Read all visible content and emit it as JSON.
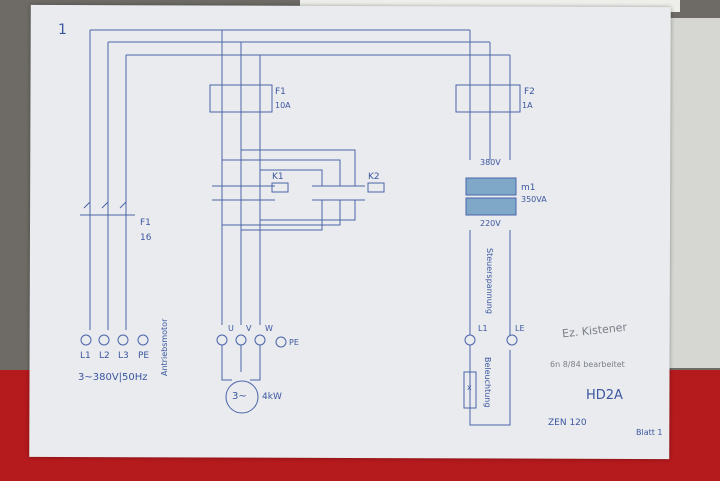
{
  "sheet": {
    "page_number": "1",
    "sheet_note": "Blatt 1"
  },
  "mains": {
    "fuse_label": "F1",
    "fuse_sub": "16",
    "terminals": [
      "L1",
      "L2",
      "L3",
      "PE"
    ],
    "supply": "3~380V|50Hz"
  },
  "motor_circuit": {
    "fuse_label": "F1",
    "fuse_rating": "10A",
    "contactor_1": "K1",
    "contactor_2": "K2",
    "terminals": [
      "U",
      "V",
      "W",
      "PE"
    ],
    "motor_symbol": "3~",
    "motor_power": "4kW",
    "motor_caption": "Antriebsmotor"
  },
  "control_circuit": {
    "fuse_label": "F2",
    "fuse_rating": "1A",
    "primary_voltage": "380V",
    "transformer_label": "m1",
    "transformer_power": "350VA",
    "secondary_voltage": "220V",
    "line_caption": "Steuerspannung",
    "terminals": [
      "L1",
      "LE"
    ],
    "lamp_symbol": "x",
    "lamp_caption": "Beleuchtung"
  },
  "notes": {
    "line_1": "Ez. Kistener",
    "line_2": "6n 8/84 bearbeitet",
    "code": "HD2A",
    "drawing_no": "ZEN 120"
  },
  "colors": {
    "ink": "#3c57a0",
    "paper": "#e9ebee",
    "table": "#b51a1d",
    "pencil": "#7b7f88"
  }
}
